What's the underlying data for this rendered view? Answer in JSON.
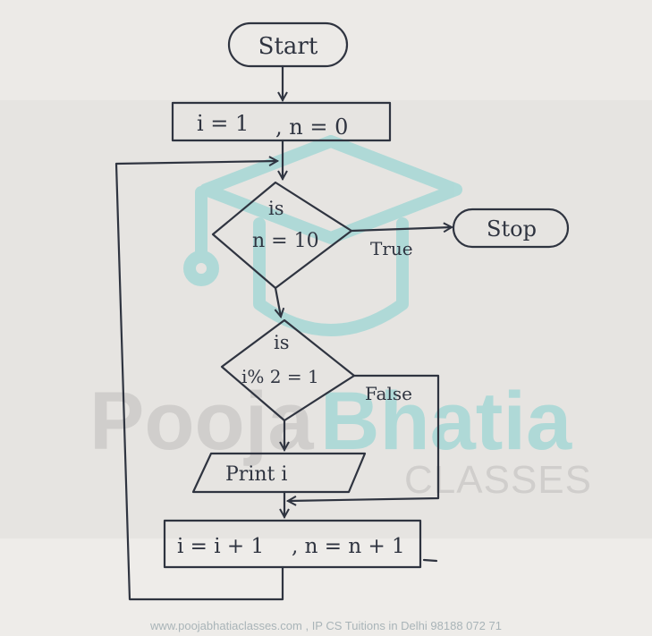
{
  "flowchart": {
    "start": "Start",
    "init": {
      "i": "i = 1",
      "n": ", n = 0"
    },
    "decision1": {
      "line1": "is",
      "line2": "n = 10"
    },
    "true_label": "True",
    "stop": "Stop",
    "decision2": {
      "line1": "is",
      "line2": "i% 2 = 1"
    },
    "false_label": "False",
    "print": "Print  i",
    "update": {
      "i": "i = i + 1",
      "n": ", n = n + 1"
    }
  },
  "watermark": {
    "brand_part1": "Pooja",
    "brand_part2": "Bhatia",
    "tagline": "CLASSES",
    "footer": "www.poojabhatiaclasses.com , IP CS Tuitions in Delhi 98188 072 71"
  },
  "colors": {
    "ink": "#2f3440",
    "paper": "#e9e7e4",
    "watermark_teal": "#9bd3d1",
    "watermark_gray": "#c9c7c5",
    "footer": "#a9b4b8"
  }
}
